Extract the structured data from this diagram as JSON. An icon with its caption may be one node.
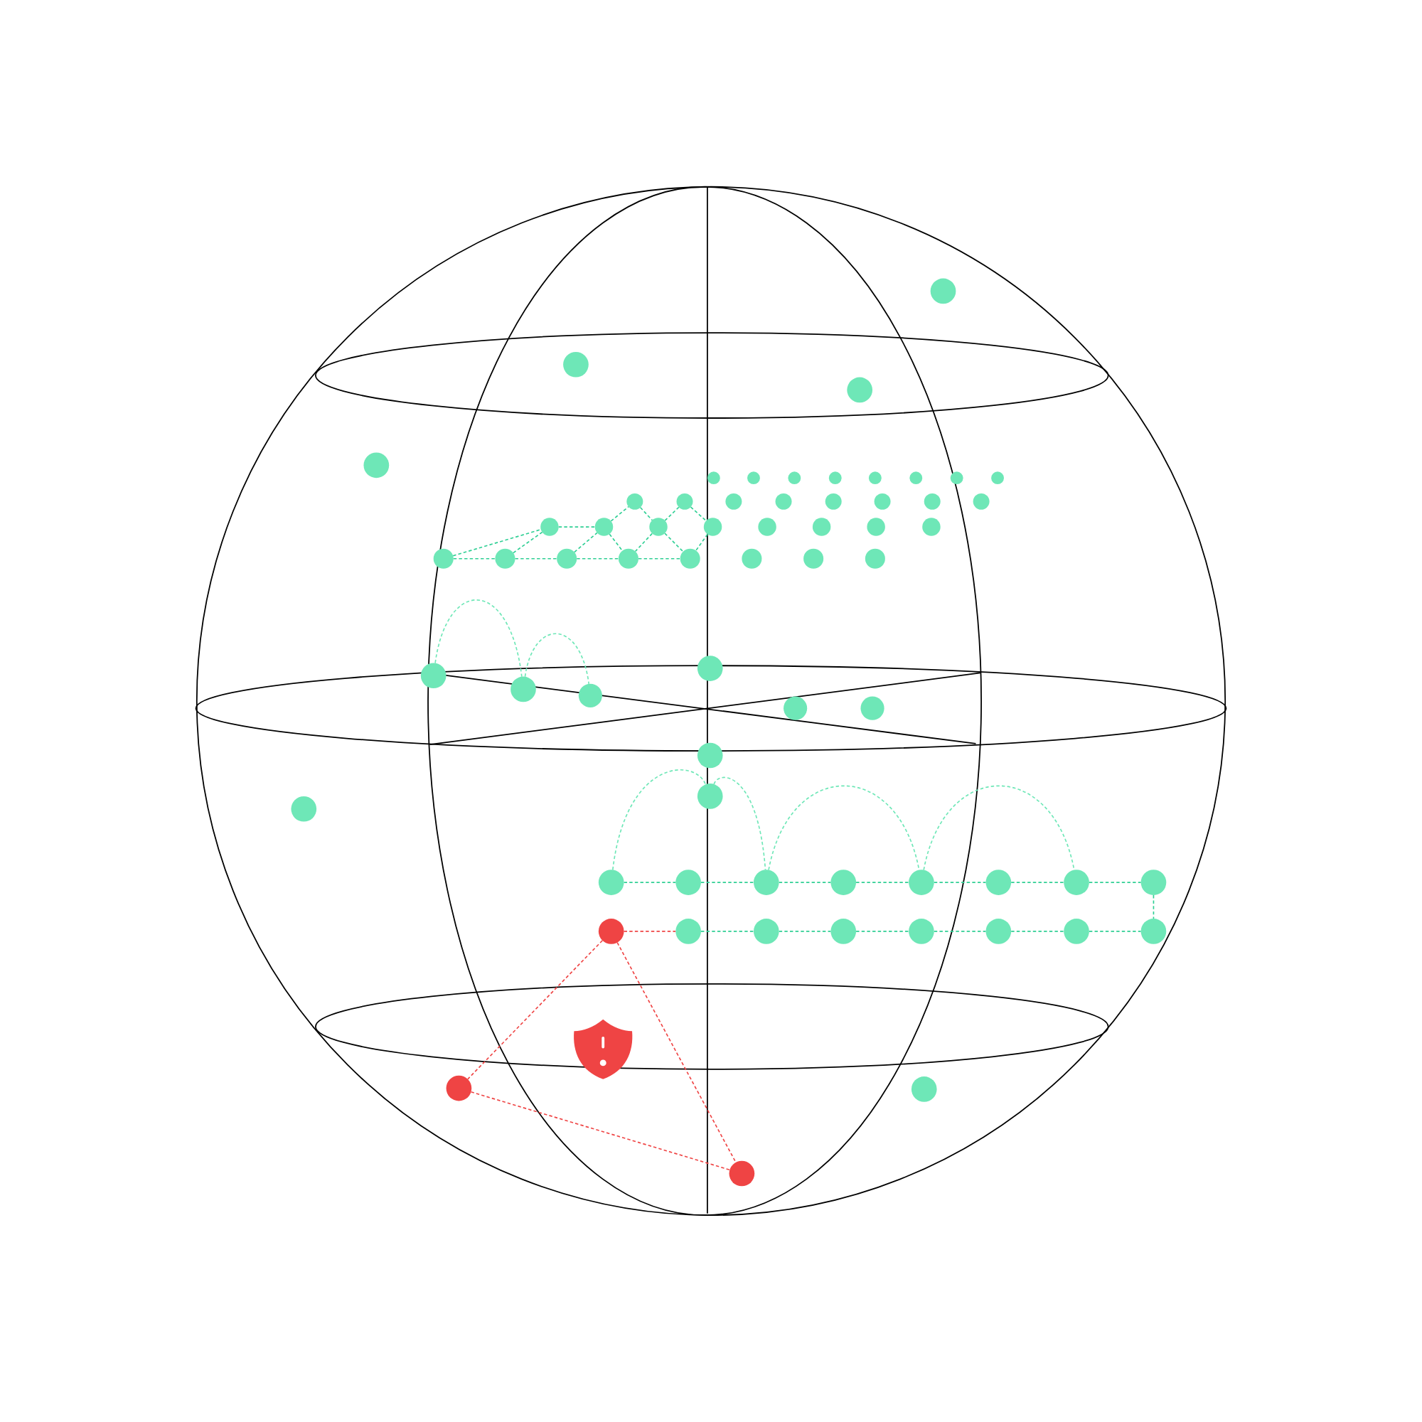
{
  "diagram": {
    "nodes": [
      {
        "text": [],
        "shape": "circle"
      },
      {
        "text": [],
        "shape": "circle"
      },
      {
        "text": [],
        "shape": "circle"
      },
      {
        "text": [],
        "shape": "circle"
      },
      {
        "text": [],
        "shape": "circle"
      },
      {
        "text": [],
        "shape": "circle"
      },
      {
        "text": [],
        "shape": "circle"
      },
      {
        "text": [],
        "shape": "circle"
      },
      {
        "text": [],
        "shape": "circle"
      },
      {
        "text": [],
        "shape": "circle"
      },
      {
        "text": [],
        "shape": "circle"
      },
      {
        "text": [],
        "shape": "circle"
      },
      {
        "text": [],
        "shape": "circle"
      },
      {
        "text": [],
        "shape": "circle"
      },
      {
        "text": [],
        "shape": "circle"
      },
      {
        "text": [],
        "shape": "circle"
      },
      {
        "text": [],
        "shape": "circle"
      },
      {
        "text": [],
        "shape": "circle"
      },
      {
        "text": [],
        "shape": "circle"
      },
      {
        "text": [],
        "shape": "circle"
      },
      {
        "text": [],
        "shape": "circle"
      },
      {
        "text": [],
        "shape": "circle"
      },
      {
        "text": [],
        "shape": "circle"
      },
      {
        "text": [],
        "shape": "circle"
      },
      {
        "text": [],
        "shape": "circle"
      },
      {
        "text": [],
        "shape": "circle"
      },
      {
        "text": [],
        "shape": "circle"
      },
      {
        "text": [],
        "shape": "circle"
      },
      {
        "text": [],
        "shape": "circle"
      },
      {
        "text": [],
        "shape": "circle"
      },
      {
        "text": [],
        "shape": "circle"
      },
      {
        "text": [],
        "shape": "circle"
      },
      {
        "text": [],
        "shape": "circle"
      },
      {
        "text": [],
        "shape": "circle"
      },
      {
        "text": [],
        "shape": "circle"
      },
      {
        "text": [],
        "shape": "circle"
      },
      {
        "text": [],
        "shape": "circle"
      },
      {
        "text": [],
        "shape": "circle"
      },
      {
        "text": [],
        "shape": "circle"
      },
      {
        "text": [],
        "shape": "circle"
      },
      {
        "text": [],
        "shape": "circle"
      },
      {
        "text": [],
        "shape": "circle"
      },
      {
        "text": [],
        "shape": "circle"
      },
      {
        "text": [],
        "shape": "circle"
      },
      {
        "text": [],
        "shape": "circle"
      },
      {
        "text": [],
        "shape": "circle"
      },
      {
        "text": [],
        "shape": "circle"
      },
      {
        "text": [],
        "shape": "circle"
      },
      {
        "text": [],
        "shape": "circle"
      },
      {
        "text": [],
        "shape": "circle"
      },
      {
        "text": [],
        "shape": "circle"
      },
      {
        "text": [],
        "shape": "circle"
      },
      {
        "text": [],
        "shape": "circle"
      },
      {
        "text": [],
        "shape": "circle"
      },
      {
        "text": [],
        "shape": "circle"
      },
      {
        "text": [],
        "shape": "circle"
      },
      {
        "text": [],
        "shape": "circle"
      },
      {
        "text": [],
        "shape": "circle"
      },
      {
        "text": [],
        "shape": "circle"
      },
      {
        "text": [],
        "shape": "circle"
      },
      {
        "text": [],
        "shape": "circle"
      },
      {
        "text": [],
        "shape": "circle"
      },
      {
        "text": [],
        "shape": "circle"
      },
      {
        "text": [],
        "shape": "circle"
      }
    ],
    "edges": [
      {
        "from": 28,
        "to": 29,
        "arrow": "none",
        "style": "dashed"
      },
      {
        "from": 29,
        "to": 30,
        "arrow": "none",
        "style": "dashed"
      },
      {
        "from": 30,
        "to": 31,
        "arrow": "none",
        "style": "dashed"
      },
      {
        "from": 31,
        "to": 32,
        "arrow": "none",
        "style": "dashed"
      },
      {
        "from": 28,
        "to": 20,
        "arrow": "none",
        "style": "dashed"
      },
      {
        "from": 29,
        "to": 20,
        "arrow": "none",
        "style": "dashed"
      },
      {
        "from": 20,
        "to": 21,
        "arrow": "none",
        "style": "dashed"
      },
      {
        "from": 30,
        "to": 21,
        "arrow": "none",
        "style": "dashed"
      },
      {
        "from": 21,
        "to": 12,
        "arrow": "none",
        "style": "dashed"
      },
      {
        "from": 21,
        "to": 31,
        "arrow": "none",
        "style": "dashed"
      },
      {
        "from": 12,
        "to": 22,
        "arrow": "none",
        "style": "dashed"
      },
      {
        "from": 22,
        "to": 31,
        "arrow": "none",
        "style": "dashed"
      },
      {
        "from": 22,
        "to": 13,
        "arrow": "none",
        "style": "dashed"
      },
      {
        "from": 22,
        "to": 32,
        "arrow": "none",
        "style": "dashed"
      },
      {
        "from": 13,
        "to": 23,
        "arrow": "none",
        "style": "dashed"
      },
      {
        "from": 23,
        "to": 32,
        "arrow": "none",
        "style": "dashed"
      },
      {
        "from": 37,
        "to": 38,
        "arrow": "none",
        "style": "dashed",
        "color": "#6ee7b7"
      },
      {
        "from": 38,
        "to": 39,
        "arrow": "none",
        "style": "dashed",
        "color": "#6ee7b7"
      },
      {
        "from": 45,
        "to": 43,
        "arrow": "none",
        "style": "dashed",
        "color": "#6ee7b7"
      },
      {
        "from": 43,
        "to": 47,
        "arrow": "none",
        "style": "dashed",
        "color": "#6ee7b7"
      },
      {
        "from": 47,
        "to": 49,
        "arrow": "none",
        "style": "dashed",
        "color": "#6ee7b7"
      },
      {
        "from": 49,
        "to": 51,
        "arrow": "none",
        "style": "dashed",
        "color": "#6ee7b7"
      },
      {
        "from": 45,
        "to": 46,
        "arrow": "none",
        "style": "dashed"
      },
      {
        "from": 46,
        "to": 47,
        "arrow": "none",
        "style": "dashed"
      },
      {
        "from": 47,
        "to": 48,
        "arrow": "none",
        "style": "dashed"
      },
      {
        "from": 48,
        "to": 49,
        "arrow": "none",
        "style": "dashed"
      },
      {
        "from": 49,
        "to": 50,
        "arrow": "none",
        "style": "dashed"
      },
      {
        "from": 50,
        "to": 51,
        "arrow": "none",
        "style": "dashed"
      },
      {
        "from": 51,
        "to": 52,
        "arrow": "none",
        "style": "dashed"
      },
      {
        "from": 52,
        "to": 60,
        "arrow": "none",
        "style": "dashed"
      },
      {
        "from": 53,
        "to": 54,
        "arrow": "none",
        "style": "dashed",
        "color": "#ef4444"
      },
      {
        "from": 54,
        "to": 55,
        "arrow": "none",
        "style": "dashed"
      },
      {
        "from": 55,
        "to": 56,
        "arrow": "none",
        "style": "dashed"
      },
      {
        "from": 56,
        "to": 57,
        "arrow": "none",
        "style": "dashed"
      },
      {
        "from": 57,
        "to": 58,
        "arrow": "none",
        "style": "dashed"
      },
      {
        "from": 58,
        "to": 59,
        "arrow": "none",
        "style": "dashed"
      },
      {
        "from": 59,
        "to": 60,
        "arrow": "none",
        "style": "dashed"
      },
      {
        "from": 53,
        "to": 61,
        "arrow": "none",
        "style": "dashed",
        "color": "#ef4444"
      },
      {
        "from": 53,
        "to": 63,
        "arrow": "none",
        "style": "dashed",
        "color": "#ef4444"
      },
      {
        "from": 61,
        "to": 63,
        "arrow": "none",
        "style": "dashed",
        "color": "#ef4444"
      }
    ]
  }
}
